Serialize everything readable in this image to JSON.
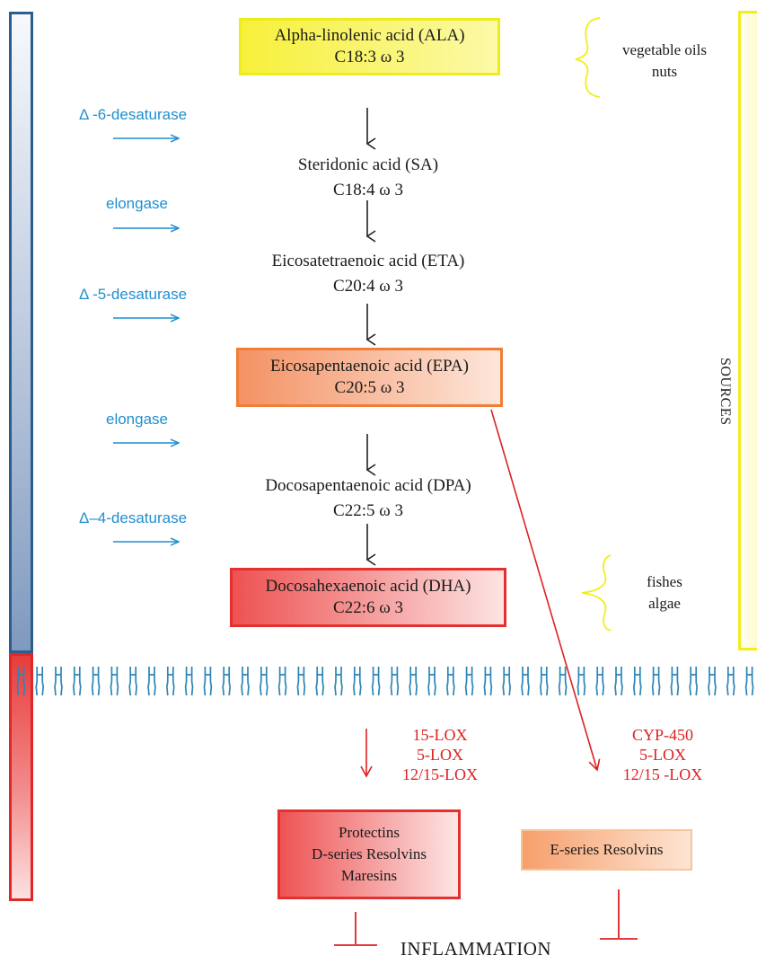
{
  "colors": {
    "enzyme_blue": "#1f8fcf",
    "inhibit_red": "#e02020",
    "bracket_yellow": "#f2ee1c",
    "membrane_yellow": "#f4ec8a",
    "membrane_blue": "#2c86b8"
  },
  "sources_label": "SOURCES",
  "compounds": {
    "ala": {
      "name": "Alpha-linolenic acid (ALA)",
      "formula": "C18:3 ω 3"
    },
    "sa": {
      "name": "Steridonic acid (SA)",
      "formula": "C18:4 ω 3"
    },
    "eta": {
      "name": "Eicosatetraenoic acid (ETA)",
      "formula": "C20:4 ω 3"
    },
    "epa": {
      "name": "Eicosapentaenoic acid (EPA)",
      "formula": "C20:5 ω 3"
    },
    "dpa": {
      "name": "Docosapentaenoic acid (DPA)",
      "formula": "C22:5 ω 3"
    },
    "dha": {
      "name": "Docosahexaenoic acid (DHA)",
      "formula": "C22:6 ω 3"
    }
  },
  "enzymes": {
    "e1": "Δ -6-desaturase",
    "e2": "elongase",
    "e3": "Δ -5-desaturase",
    "e4": "elongase",
    "e5": "Δ–4-desaturase"
  },
  "sources": {
    "plant": {
      "line1": "vegetable oils",
      "line2": "nuts"
    },
    "marine": {
      "line1": "fishes",
      "line2": "algae"
    }
  },
  "pathways": {
    "dha": {
      "line1": "15-LOX",
      "line2": "5-LOX",
      "line3": "12/15-LOX"
    },
    "epa": {
      "line1": "CYP-450",
      "line2": "5-LOX",
      "line3": "12/15 -LOX"
    }
  },
  "products": {
    "dha": {
      "line1": "Protectins",
      "line2": "D-series Resolvins",
      "line3": "Maresins"
    },
    "epa": {
      "line1": "E-series Resolvins"
    }
  },
  "outcome": "INFLAMMATION"
}
